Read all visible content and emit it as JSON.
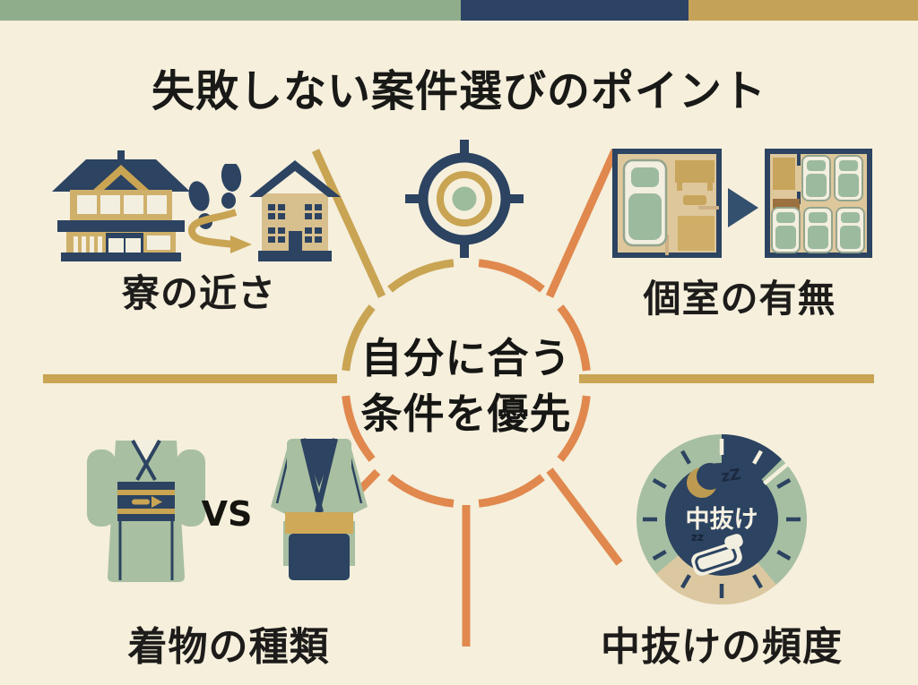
{
  "title": "失敗しない案件選びのポイント",
  "center": {
    "line1": "自分に合う",
    "line2": "条件を優先"
  },
  "sections": {
    "dormitory": {
      "label": "寮の近さ"
    },
    "private_room": {
      "label": "個室の有無"
    },
    "kimono": {
      "label": "着物の種類",
      "vs": "VS"
    },
    "nakanuke": {
      "label": "中抜けの頻度",
      "clock_label": "中抜け",
      "moon_zzz": "zZ",
      "futon_zzz": "zz"
    }
  },
  "icons": [
    "ryokan-building-icon",
    "footprints-icon",
    "walking-arrow-icon",
    "house-icon",
    "target-icon",
    "private-room-floorplan-icon",
    "arrow-right-icon",
    "shared-room-floorplan-icon",
    "long-kimono-icon",
    "short-kimono-icon",
    "clock-icon",
    "moon-icon",
    "futon-icon"
  ],
  "colors": {
    "background": "#f5efdc",
    "top_bar_green": "#90ad8b",
    "top_bar_navy": "#2c4365",
    "top_bar_gold": "#c4a257",
    "navy": "#2c4361",
    "gold_line": "#c9a453",
    "orange_line": "#e0884e",
    "sage_green": "#a9bfa1",
    "tan_floor": "#dfc79c",
    "cream": "#f3efe0",
    "text_black": "#1d1c1a"
  }
}
